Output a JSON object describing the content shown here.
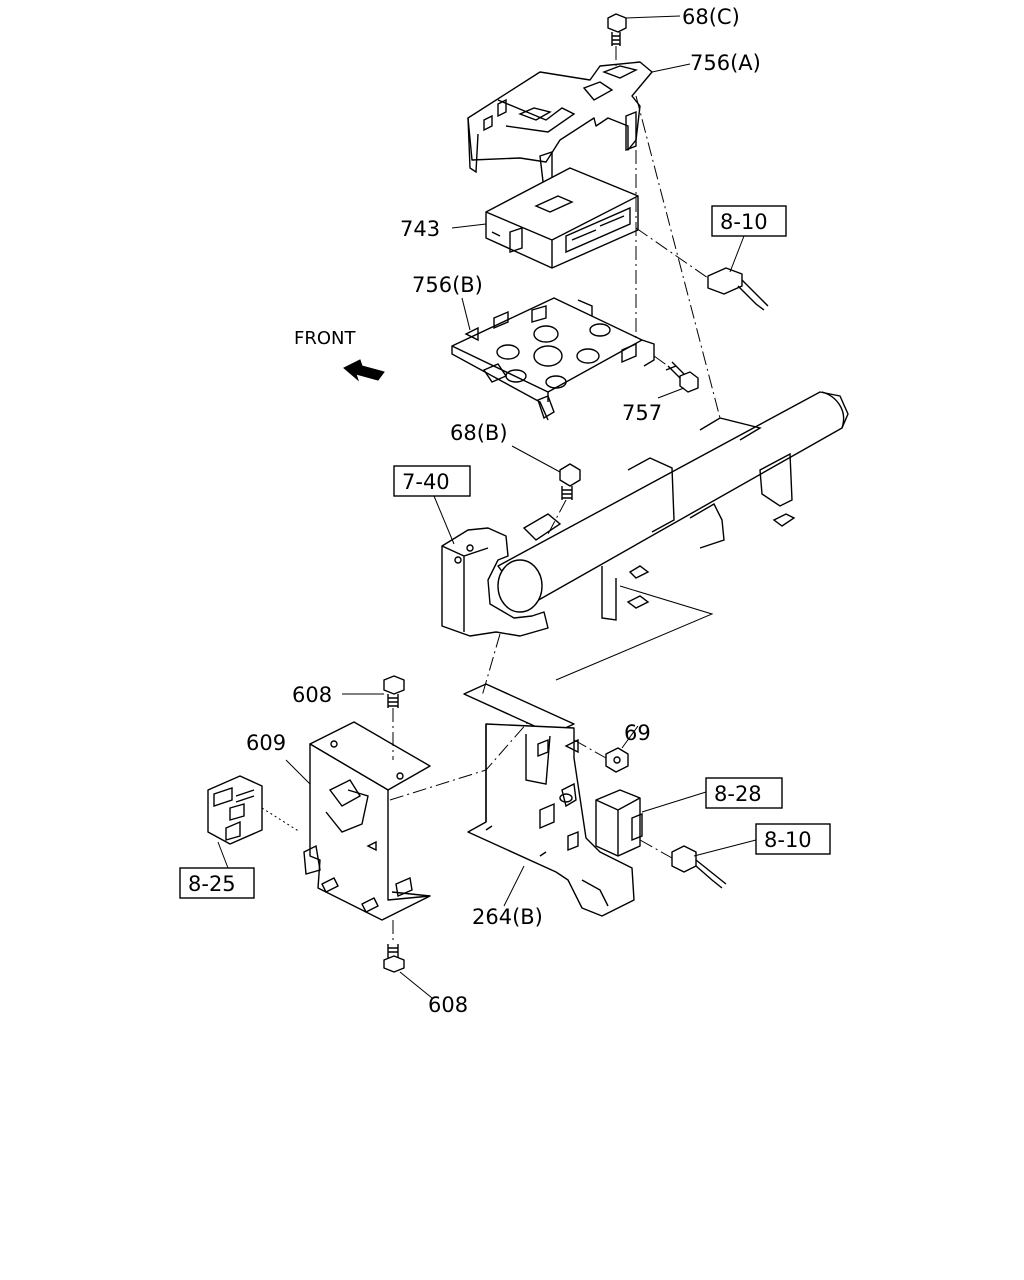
{
  "diagram": {
    "labels": {
      "bolt_68c": "68(C)",
      "bracket_756a": "756(A)",
      "module_743": "743",
      "bracket_756b": "756(B)",
      "bolt_757": "757",
      "bolt_68b": "68(B)",
      "bolt_608_top": "608",
      "bracket_609": "609",
      "nut_69": "69",
      "bracket_264b": "264(B)",
      "bolt_608_bottom": "608"
    },
    "refs": {
      "ref_8_10_top": "8-10",
      "ref_7_40": "7-40",
      "ref_8_28": "8-28",
      "ref_8_10_bottom": "8-10",
      "ref_8_25": "8-25"
    },
    "front_label": "FRONT"
  }
}
